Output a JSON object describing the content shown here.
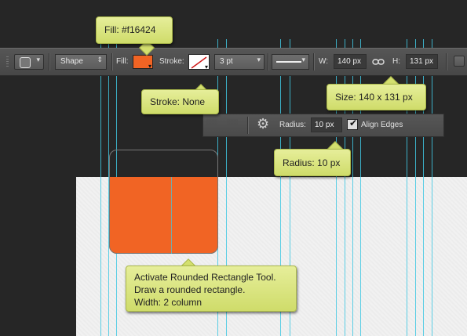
{
  "colors": {
    "fill": "#f16424",
    "guide": "#41c8e3",
    "callout": "#dde77f"
  },
  "toolbar": {
    "tool_mode": "Shape",
    "fill_label": "Fill:",
    "stroke_label": "Stroke:",
    "stroke_width": "3 pt",
    "width_label": "W:",
    "width_value": "140 px",
    "height_label": "H:",
    "height_value": "131 px"
  },
  "subtoolbar": {
    "radius_label": "Radius:",
    "radius_value": "10 px",
    "align_edges_label": "Align Edges",
    "align_edges_checked": true
  },
  "callouts": {
    "fill": "Fill: #f16424",
    "stroke": "Stroke: None",
    "size": "Size: 140 x 131 px",
    "radius": "Radius: 10 px",
    "instructions": [
      "Activate Rounded Rectangle Tool.",
      "Draw a rounded rectangle.",
      "Width: 2 column"
    ]
  },
  "icons": [
    "shape-mode-icon",
    "fill-swatch-icon",
    "stroke-none-icon",
    "stroke-style-icon",
    "link-icon",
    "gear-icon",
    "check-icon",
    "path-ops-icon"
  ]
}
